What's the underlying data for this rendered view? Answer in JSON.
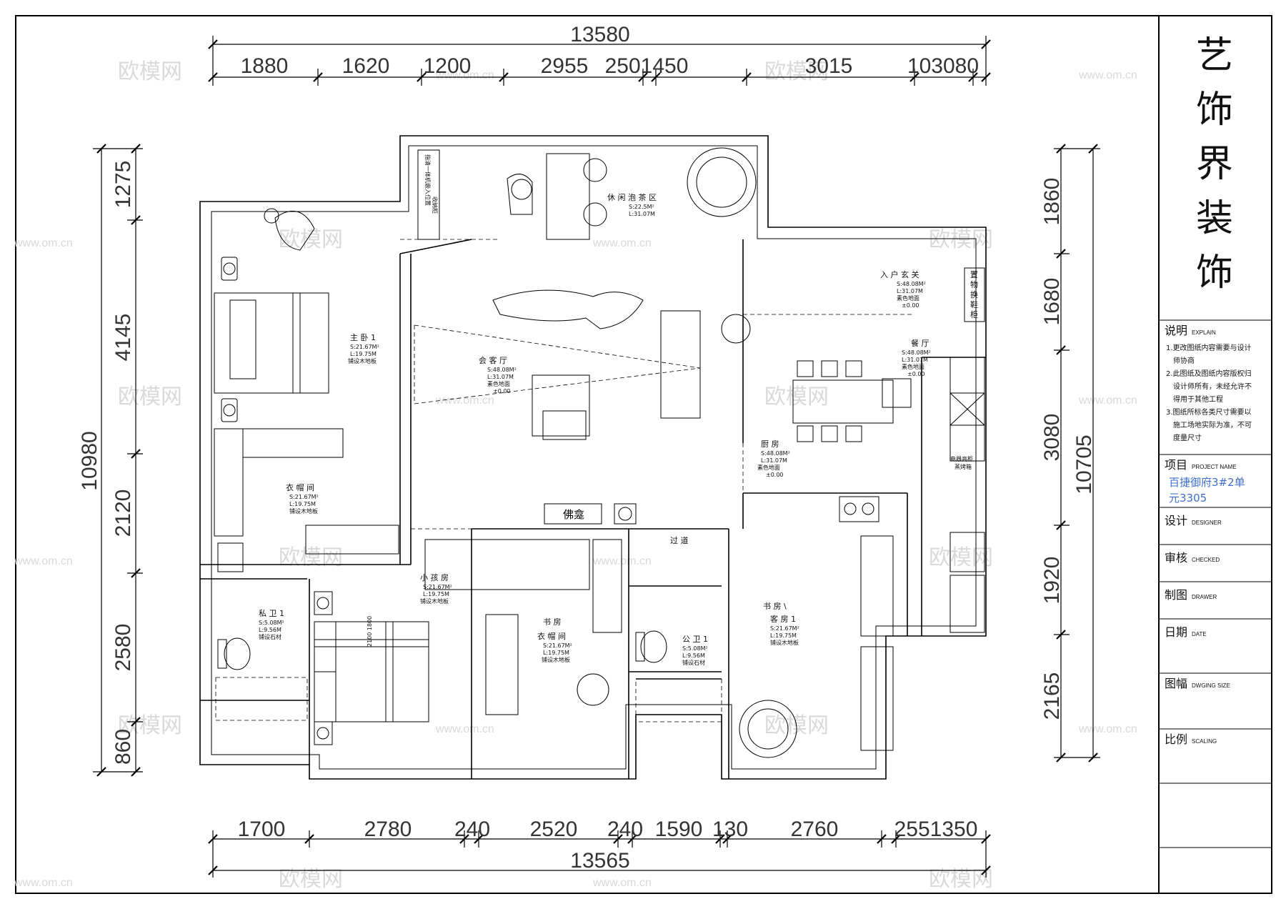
{
  "title_block": {
    "company": [
      "艺",
      "饰",
      "界",
      "装",
      "饰"
    ],
    "explain_label": "说明",
    "explain_en": "EXPLAIN",
    "notes": [
      "1.更改图纸内容需要与设计",
      "师协商",
      "2.此图纸及图纸内容版权归",
      "设计师所有，未经允许不",
      "得用于其他工程",
      "3.图纸所标各类尺寸需要以",
      "施工场地实际为准，不可",
      "度量尺寸"
    ],
    "project_label": "项目",
    "project_en": "PROJECT NAME",
    "project_lines": [
      "百捷御府3#2单",
      "元3305"
    ],
    "designer_label": "设计",
    "designer_en": "DESIGNER",
    "checked_label": "审核",
    "checked_en": "CHECKED",
    "drawer_label": "制图",
    "drawer_en": "DRAWER",
    "date_label": "日期",
    "date_en": "DATE",
    "size_label": "图幅",
    "size_en": "DWGING SIZE",
    "scale_label": "比例",
    "scale_en": "SCALING"
  },
  "dimensions": {
    "top_total": "13580",
    "top_segments": [
      "1880",
      "1620",
      "1200",
      "2955",
      "2501450",
      "3015",
      "103080"
    ],
    "bottom_total": "13565",
    "bottom_segments": [
      "1700",
      "2780",
      "240",
      "2520",
      "240",
      "1590",
      "130",
      "2760",
      "2551350"
    ],
    "left_total": "10980",
    "left_segments": [
      "1275",
      "4145",
      "2120",
      "2580",
      "860"
    ],
    "right_total": "10705",
    "right_segments": [
      "1860",
      "1680",
      "3080",
      "1920",
      "2165"
    ]
  },
  "rooms": {
    "tea": {
      "name": "休 闲 泡 茶 区",
      "area": "S:22.5M²",
      "len": "L:31.07M"
    },
    "foyer": {
      "name": "入 户 玄 关",
      "area": "S:48.08M²",
      "len": "L:31.07M",
      "floor": "素色地面"
    },
    "living": {
      "name": "会 客 厅",
      "area": "S:48.08M²",
      "len": "L:31.07M",
      "floor": "素色地面"
    },
    "dining": {
      "name": "餐 厅",
      "area": "S:48.08M²",
      "len": "L:31.07M",
      "floor": "素色地面"
    },
    "kitchen": {
      "name": "厨 房",
      "area": "S:48.08M²",
      "len": "L:31.07M",
      "floor": "素色地面"
    },
    "master": {
      "name": "主 卧 1",
      "area": "S:21.67M²",
      "len": "L:19.75M",
      "floor": "铺设木地板"
    },
    "closet": {
      "name": "衣 帽 间",
      "area": "S:21.67M²",
      "len": "L:19.75M",
      "floor": "铺设木地板"
    },
    "child": {
      "name": "小 孩 房",
      "area": "S:21.67M²",
      "len": "L:19.75M",
      "floor": "铺设木地板"
    },
    "study": {
      "name": "书 房",
      "name2": "衣 帽 间",
      "area": "S:21.67M²",
      "len": "L:19.75M",
      "floor": "铺设木地板"
    },
    "bath_private": {
      "name": "私 卫 1",
      "area": "S:5.08M²",
      "len": "L:9.56M",
      "floor": "铺设石材"
    },
    "bath_public": {
      "name": "公 卫 1",
      "area": "S:5.08M²",
      "len": "L:9.56M",
      "floor": "铺设石材"
    },
    "guest": {
      "name": "书 房 \\",
      "name2": "客 房 1",
      "area": "S:21.67M²",
      "len": "L:19.75M",
      "floor": "铺设木地板"
    },
    "corridor": {
      "name": "过 道"
    }
  },
  "labels": {
    "shrine": "佛龛",
    "shoe_cabinet": [
      "置",
      "物",
      "换",
      "鞋",
      "柜"
    ],
    "fridge_cabinet": [
      "电器高柜",
      "蒸烤箱"
    ],
    "storage": [
      "指清一体机嵌入位置",
      "收纳柜"
    ],
    "bed_size": "2100  1800",
    "level": "±0.00"
  },
  "watermarks": {
    "cn": "欧模网",
    "url": "www.om.cn"
  }
}
